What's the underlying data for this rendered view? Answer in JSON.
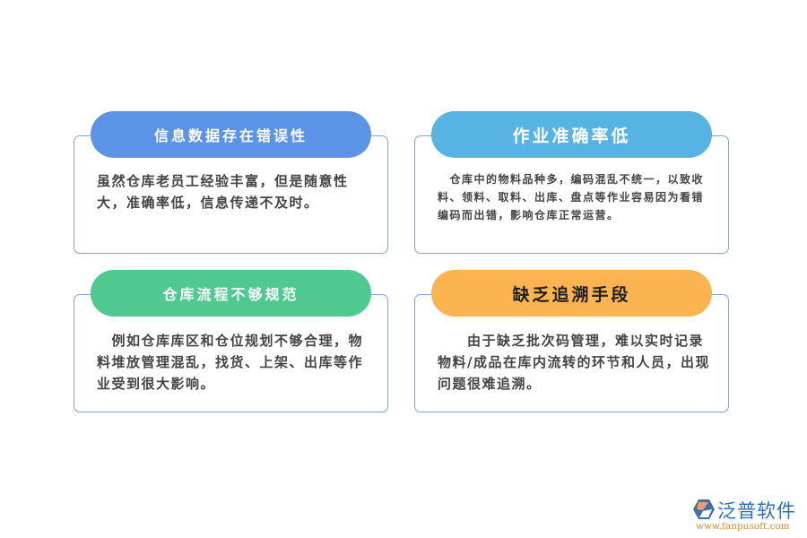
{
  "cards": [
    {
      "title": "信息数据存在错误性",
      "body": "虽然仓库老员工经验丰富，但是随意性大，准确率低，信息传递不及时。",
      "color": "#5b94e6"
    },
    {
      "title": "作业准确率低",
      "body": "　仓库中的物料品种多，编码混乱不统一，以致收料、领料、取料、出库、盘点等作业容易因为看错编码而出错，影响仓库正常运营。",
      "color": "#56b3e3"
    },
    {
      "title": "仓库流程不够规范",
      "body": "　例如仓库库区和仓位规划不够合理，物料堆放管理混乱，找货、上架、出库等作业受到很大影响。",
      "color": "#4fc98f"
    },
    {
      "title": "缺乏追溯手段",
      "body": "　　由于缺乏批次码管理，难以实时记录物料/成品在库内流转的环节和人员，出现问题很难追溯。",
      "color": "#fbb44f"
    }
  ],
  "logo": {
    "name": "泛普软件",
    "url": "www.fanpusoft.com",
    "icon": "fanpu-logo-icon"
  }
}
